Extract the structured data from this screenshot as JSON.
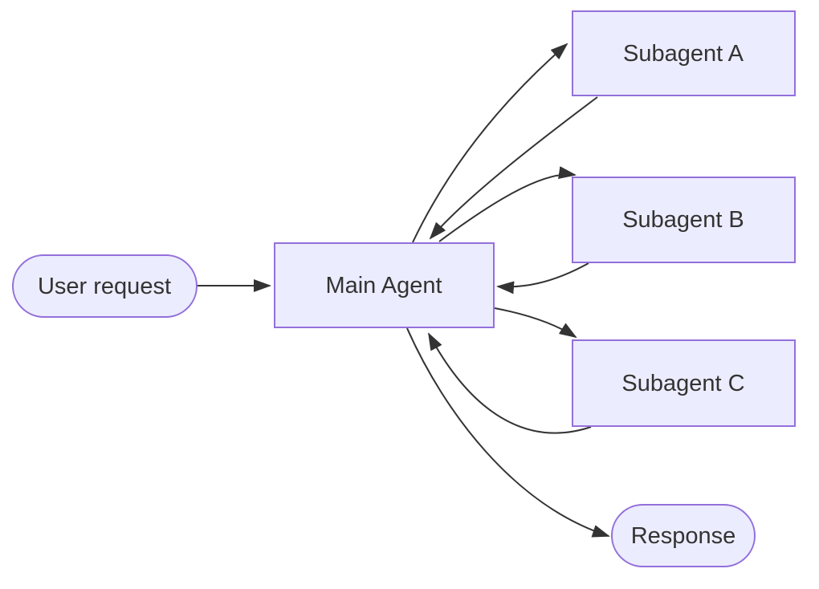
{
  "diagram": {
    "type": "flowchart",
    "direction": "left-to-right",
    "colors": {
      "node_fill": "#ECECFF",
      "node_border": "#9370DB",
      "edge": "#333333",
      "text": "#333333",
      "background": "#ffffff"
    },
    "nodes": [
      {
        "id": "user-request",
        "label": "User request",
        "shape": "stadium"
      },
      {
        "id": "main-agent",
        "label": "Main Agent",
        "shape": "rect"
      },
      {
        "id": "subagent-a",
        "label": "Subagent A",
        "shape": "rect"
      },
      {
        "id": "subagent-b",
        "label": "Subagent B",
        "shape": "rect"
      },
      {
        "id": "subagent-c",
        "label": "Subagent C",
        "shape": "rect"
      },
      {
        "id": "response",
        "label": "Response",
        "shape": "stadium"
      }
    ],
    "edges": [
      {
        "from": "user-request",
        "to": "main-agent"
      },
      {
        "from": "main-agent",
        "to": "subagent-a"
      },
      {
        "from": "subagent-a",
        "to": "main-agent"
      },
      {
        "from": "main-agent",
        "to": "subagent-b"
      },
      {
        "from": "subagent-b",
        "to": "main-agent"
      },
      {
        "from": "main-agent",
        "to": "subagent-c"
      },
      {
        "from": "subagent-c",
        "to": "main-agent"
      },
      {
        "from": "main-agent",
        "to": "response"
      }
    ]
  }
}
